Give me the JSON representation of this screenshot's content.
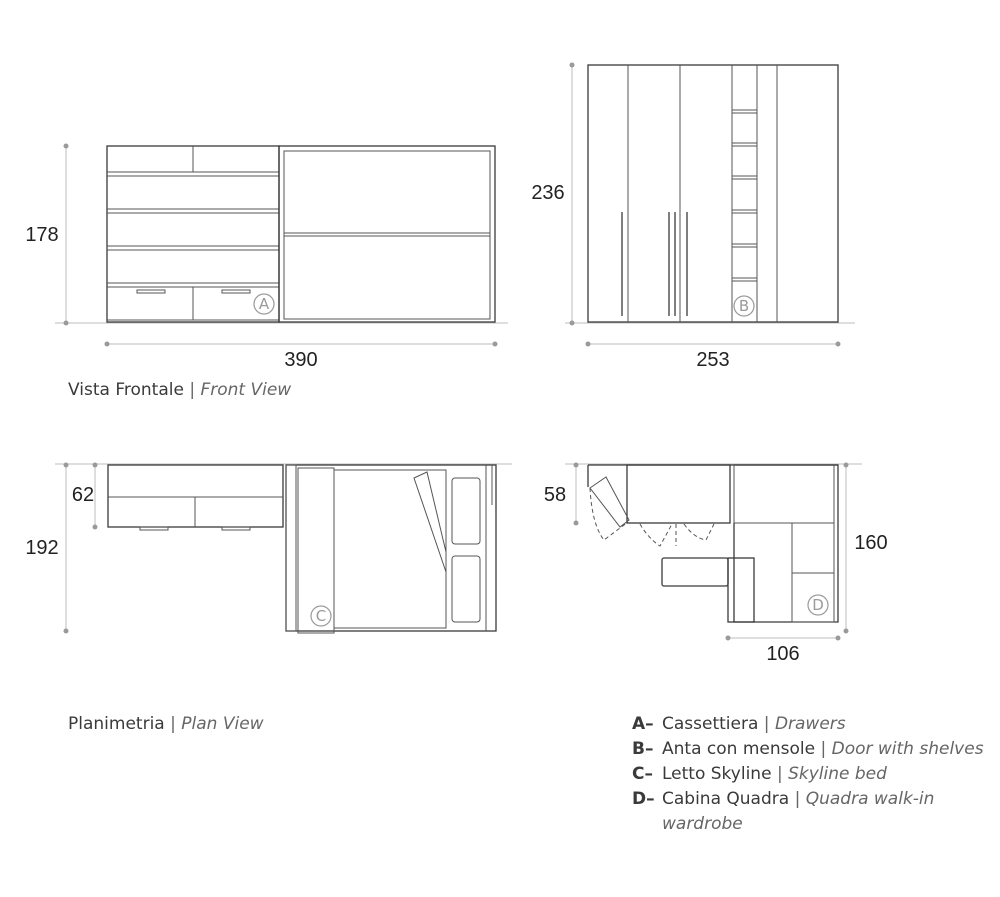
{
  "dimensions": {
    "front_left_height": "178",
    "front_left_width": "390",
    "front_right_height": "236",
    "front_right_width": "253",
    "plan_left_depth_small": "62",
    "plan_left_depth_total": "192",
    "plan_right_depth_small": "58",
    "plan_right_depth_total": "160",
    "plan_right_width": "106"
  },
  "markers": {
    "a": "A",
    "b": "B",
    "c": "C",
    "d": "D"
  },
  "captions": {
    "front": {
      "it": "Vista Frontale",
      "sep": "|",
      "en": "Front View"
    },
    "plan": {
      "it": "Planimetria",
      "sep": "|",
      "en": "Plan View"
    }
  },
  "legend": [
    {
      "key": "A–",
      "it": "Cassettiera",
      "sep": "|",
      "en": "Drawers"
    },
    {
      "key": "B–",
      "it": "Anta con mensole",
      "sep": "|",
      "en": "Door with shelves"
    },
    {
      "key": "C–",
      "it": "Letto Skyline",
      "sep": "|",
      "en": "Skyline bed"
    },
    {
      "key": "D–",
      "it": "Cabina Quadra",
      "sep": "|",
      "en": "Quadra walk-in wardrobe"
    }
  ]
}
